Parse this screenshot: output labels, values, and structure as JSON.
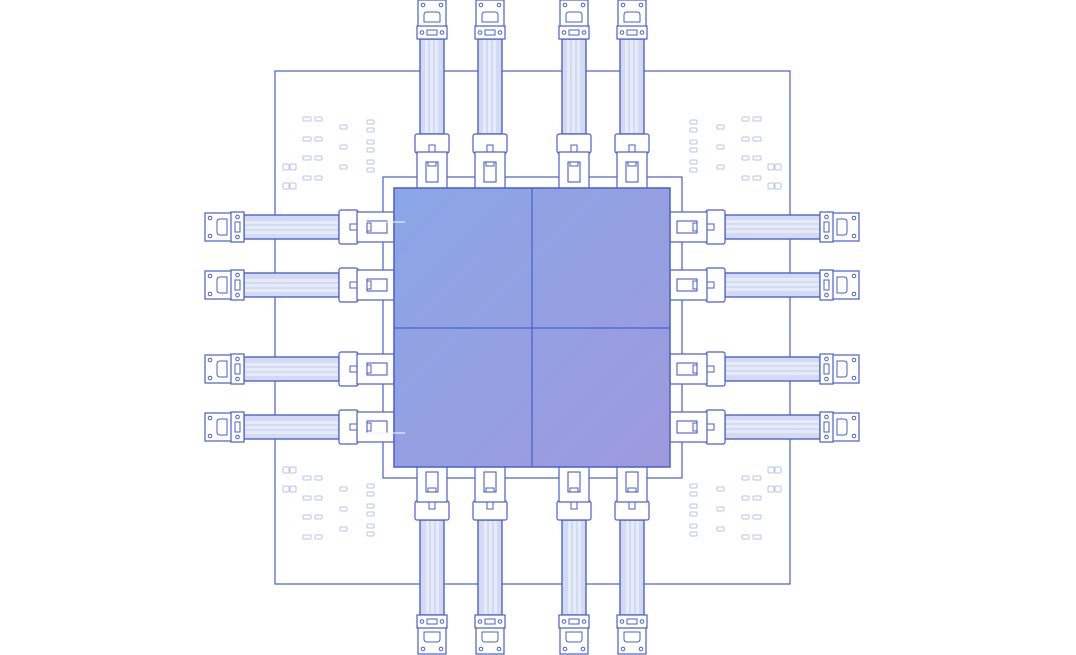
{
  "diagram": {
    "subject": "processor-chip-with-connectors",
    "connectors_per_side": 4,
    "sides": [
      "top",
      "right",
      "bottom",
      "left"
    ],
    "colors": {
      "stroke": "#4a5fc9",
      "chip_start": "#8aa6e6",
      "chip_end": "#9e9ade",
      "cable_fill": "#d3dbf3",
      "cable_stripe": "#e6ebf9",
      "decor": "#b9c3ee",
      "background": "#ffffff"
    }
  }
}
